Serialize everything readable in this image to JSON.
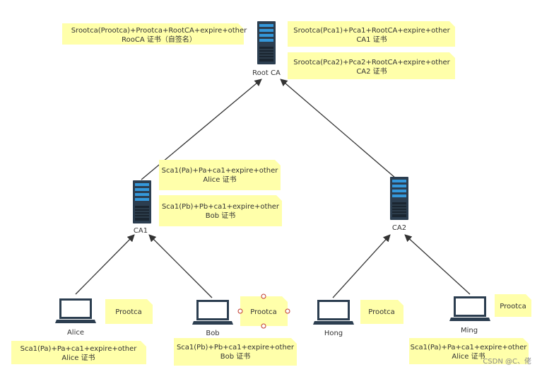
{
  "nodes": {
    "root_ca": {
      "label": "Root CA",
      "kind": "server"
    },
    "ca1": {
      "label": "CA1",
      "kind": "server"
    },
    "ca2": {
      "label": "CA2",
      "kind": "server"
    },
    "alice": {
      "label": "Alice",
      "kind": "laptop"
    },
    "bob": {
      "label": "Bob",
      "kind": "laptop"
    },
    "hong": {
      "label": "Hong",
      "kind": "laptop"
    },
    "ming": {
      "label": "Ming",
      "kind": "laptop"
    }
  },
  "notes": {
    "root_self": {
      "line1": "Srootca(Prootca)+Prootca+RootCA+expire+other",
      "line2": "RooCA 证书（自签名）"
    },
    "ca1_cert": {
      "line1": "Srootca(Pca1)+Pca1+RootCA+expire+other",
      "line2": "CA1  证书"
    },
    "ca2_cert": {
      "line1": "Srootca(Pca2)+Pca2+RootCA+expire+other",
      "line2": "CA2  证书"
    },
    "ca1_alice": {
      "line1": "Sca1(Pa)+Pa+ca1+expire+other",
      "line2": "Alice 证书"
    },
    "ca1_bob": {
      "line1": "Sca1(Pb)+Pb+ca1+expire+other",
      "line2": "Bob 证书"
    },
    "alice_prootca": {
      "line1": "Prootca"
    },
    "bob_prootca": {
      "line1": "Prootca"
    },
    "hong_prootca": {
      "line1": "Prootca"
    },
    "ming_prootca": {
      "line1": "Prootca"
    },
    "alice_cert": {
      "line1": "Sca1(Pa)+Pa+ca1+expire+other",
      "line2": "Alice 证书"
    },
    "bob_cert": {
      "line1": "Sca1(Pb)+Pb+ca1+expire+other",
      "line2": "Bob 证书"
    },
    "ming_cert": {
      "line1": "Sca1(Pa)+Pa+ca1+expire+other",
      "line2": "Alice 证书"
    }
  },
  "watermark": "CSDN @C、佬",
  "colors": {
    "note_fill": "#ffffaa",
    "edge": "#333333",
    "server_body": "#2c3e50",
    "server_screen": "#3498db",
    "laptop_body": "#2c3e50",
    "laptop_screen": "#ffffff",
    "handle": "#c0392b"
  }
}
